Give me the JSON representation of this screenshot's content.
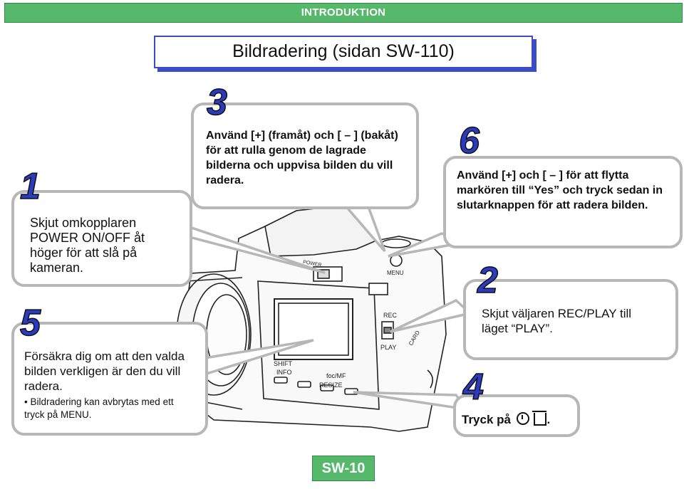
{
  "header": {
    "title": "INTRODUKTION"
  },
  "page_title": "Bildradering (sidan SW-110)",
  "steps": {
    "s1": {
      "num": "1",
      "text": "Skjut omkopplaren POWER ON/OFF åt höger för att slå på kameran."
    },
    "s2": {
      "num": "2",
      "text": "Skjut väljaren REC/PLAY till läget “PLAY”."
    },
    "s3": {
      "num": "3",
      "text": "Använd [+] (framåt) och [ – ] (bakåt) för att rulla genom de lagrade bilderna och uppvisa bilden du vill radera."
    },
    "s4": {
      "num": "4",
      "text": "Tryck på",
      "suffix": "."
    },
    "s5": {
      "num": "5",
      "text": "Försäkra dig om att den valda bilden verkligen är den du vill radera.",
      "bullet": "• Bildradering kan avbrytas med ett tryck på MENU."
    },
    "s6": {
      "num": "6",
      "text": "Använd [+] och [ – ] för att flytta markören till “Yes” och tryck sedan in slutarknappen för att radera bilden."
    }
  },
  "camera_labels": {
    "shift": "SHIFT",
    "info": "INFO",
    "focus": "foc/MF",
    "resize": "RESIZE",
    "rec": "REC",
    "play": "PLAY",
    "card": "CARD",
    "menu": "MENU",
    "power": "POWER"
  },
  "footer": {
    "page": "SW-10"
  },
  "colors": {
    "accent_green": "#55b86a",
    "step_blue": "#2a3bbf",
    "title_border": "#3a4cc8",
    "callout_border": "#b7b7b7"
  }
}
